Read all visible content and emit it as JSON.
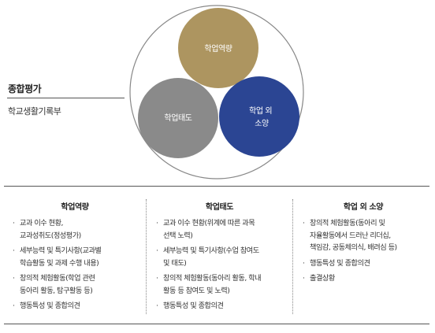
{
  "sidebar": {
    "title": "종합평가",
    "subtitle": "학교생활기록부"
  },
  "venn": {
    "circles": [
      {
        "label_lines": [
          "학업역량"
        ],
        "color": "#AD9560"
      },
      {
        "label_lines": [
          "학업태도"
        ],
        "color": "#8A8A8A"
      },
      {
        "label_lines": [
          "학업 외",
          "소양"
        ],
        "color": "#2B4593"
      }
    ],
    "outline_color": "#888888"
  },
  "columns": [
    {
      "heading": "학업역량",
      "items": [
        {
          "bullet": "·",
          "lines": [
            "교과 이수 현황,",
            "교과성취도(정성평가)"
          ]
        },
        {
          "bullet": "·",
          "lines": [
            "세부능력 및 특기사항(교과별",
            "학습활동 및 과제 수행 내용)"
          ]
        },
        {
          "bullet": "·",
          "lines": [
            "창의적 체험활동(학업 관련",
            "동아리 활동, 탐구활동 등)"
          ]
        },
        {
          "bullet": "·",
          "lines": [
            "행동특성 및 종합의견"
          ]
        }
      ]
    },
    {
      "heading": "학업태도",
      "items": [
        {
          "bullet": "·",
          "lines": [
            "교과 이수 현황(위계에 따른 과목",
            "선택 노력)"
          ]
        },
        {
          "bullet": "·",
          "lines": [
            "세부능력 및 특기사항(수업 참여도",
            "및 태도)"
          ]
        },
        {
          "bullet": "·",
          "lines": [
            "창의적 체험활동(동아리 활동, 학내",
            "활동 등 참여도 및 노력)"
          ]
        },
        {
          "bullet": "·",
          "lines": [
            "행동특성 및 종합의견"
          ]
        }
      ]
    },
    {
      "heading": "학업 외 소양",
      "items": [
        {
          "bullet": "·",
          "lines": [
            "창의적 체험활동(동아리 및",
            "자율활동에서 드러난 리더십,",
            "책임감, 공동체의식, 배려심 등)"
          ]
        },
        {
          "bullet": "·",
          "lines": [
            "행동특성 및 종합의견"
          ]
        },
        {
          "bullet": "·",
          "lines": [
            "출결상황"
          ]
        }
      ]
    }
  ]
}
